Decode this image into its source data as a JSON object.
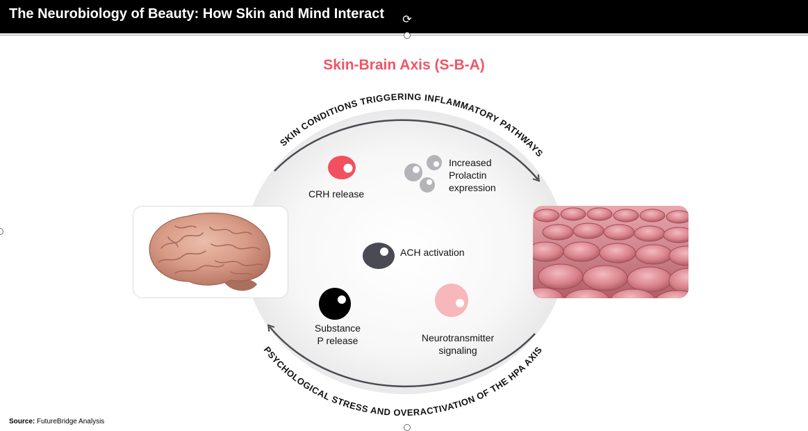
{
  "header": {
    "title": "The Neurobiology of Beauty: How Skin and Mind Interact"
  },
  "diagram": {
    "title": "Skin-Brain Axis (S-B-A)",
    "top_arc_text": "SKIN CONDITIONS TRIGGERING INFLAMMATORY PATHWAYS",
    "bottom_arc_text": "PSYCHOLOGICAL STRESS AND OVERACTIVATION OF THE HPA AXIS",
    "nodes": {
      "crh": {
        "line1": "CRH release",
        "color": "#f2505e"
      },
      "prolactin": {
        "line1": "Increased",
        "line2": "Prolactin",
        "line3": "expression",
        "color": "#b4b4b8"
      },
      "ach": {
        "line1": "ACH activation",
        "color": "#4a4a52"
      },
      "substance_p": {
        "line1": "Substance",
        "line2": "P release",
        "color": "#000000"
      },
      "neurotransmitter": {
        "line1": "Neurotransmitter",
        "line2": "signaling",
        "color": "#f7b7bb"
      }
    },
    "colors": {
      "accent": "#ef5566",
      "arc": "#4a4a52",
      "skin": "#d98a92"
    }
  },
  "footer": {
    "source_label": "Source:",
    "source_value": "FutureBridge Analysis"
  }
}
